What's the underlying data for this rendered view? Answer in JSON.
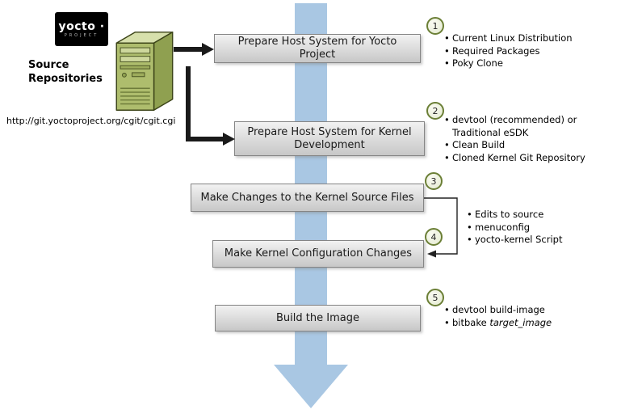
{
  "logo": {
    "wordmark": "yocto ·",
    "subtext": "PROJECT"
  },
  "source": {
    "title": "Source Repositories",
    "url": "http://git.yoctoproject.org/cgit/cgit.cgi"
  },
  "steps": [
    {
      "num": "1",
      "label": "Prepare Host System for Yocto Project",
      "bullets": [
        "Current Linux Distribution",
        "Required Packages",
        "Poky Clone"
      ]
    },
    {
      "num": "2",
      "label": "Prepare Host System for Kernel Development",
      "bullets": [
        "devtool (recommended) or Traditional eSDK",
        "Clean Build",
        "Cloned Kernel Git Repository"
      ]
    },
    {
      "num": "3",
      "label": "Make Changes to the Kernel Source Files",
      "bullets": []
    },
    {
      "num": "4",
      "label": "Make Kernel Configuration Changes",
      "bullets": [
        "Edits to source",
        "menuconfig",
        "yocto-kernel Script"
      ]
    },
    {
      "num": "5",
      "label": "Build the Image",
      "bullets": [
        "devtool build-image"
      ],
      "bitbake_prefix": "bitbake ",
      "bitbake_italic": "target_image"
    }
  ],
  "colors": {
    "arrow_blue": "#a9c7e3",
    "circle_olive": "#6b7f36",
    "server_green": "#aebd6d",
    "box_border": "#858585"
  }
}
